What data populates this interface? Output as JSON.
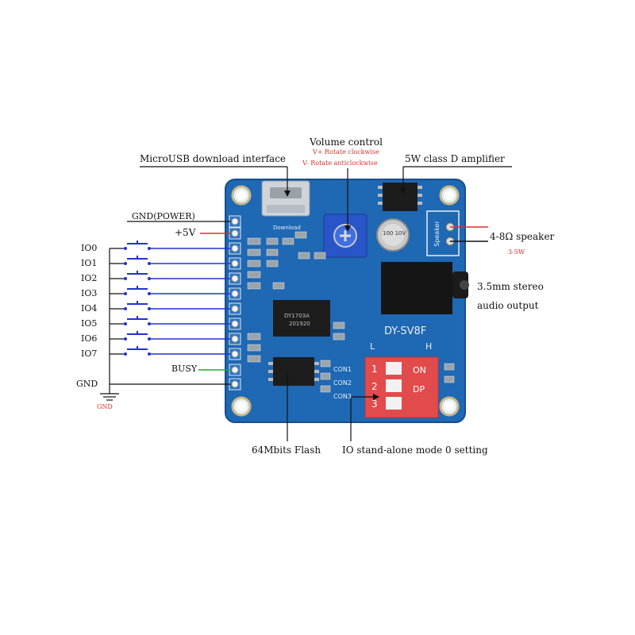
{
  "labels": {
    "micro_usb": "MicroUSB download interface",
    "volume_control": "Volume control",
    "volume_plus": "V+ Rotate clockwise",
    "volume_minus": "V- Rotate anticlockwise",
    "amplifier": "5W class D amplifier",
    "gnd_power": "GND(POWER)",
    "plus_5v": "+5V",
    "speaker": "4-8Ω speaker",
    "speaker_power": "3-5W",
    "stereo_line1": "3.5mm stereo",
    "stereo_line2": "audio output",
    "busy": "BUSY",
    "gnd": "GND",
    "gnd_symbol": "GND",
    "flash": "64Mbits Flash",
    "io_mode": "IO stand-alone mode 0 setting"
  },
  "io_pins": [
    "IO0",
    "IO1",
    "IO2",
    "IO3",
    "IO4",
    "IO5",
    "IO6",
    "IO7"
  ],
  "board": {
    "model": "DY-SV8F",
    "switch_l": "L",
    "switch_h": "H",
    "dip_on": "ON",
    "dip_dp": "DP",
    "dip_numbers": [
      "1",
      "2",
      "3"
    ],
    "con_labels": [
      "CON1",
      "CON2",
      "CON3"
    ],
    "speaker_silk": "Speaker",
    "download_silk": "Download",
    "chip_main": "DY1703A",
    "chip_main_sub": "201920",
    "cap_text": "100 10V"
  },
  "colors": {
    "pcb": "#1f68b3",
    "wire_blue": "#2233cc",
    "wire_red": "#d93030",
    "wire_green": "#22aa33",
    "dip_red": "#e24b4b"
  }
}
